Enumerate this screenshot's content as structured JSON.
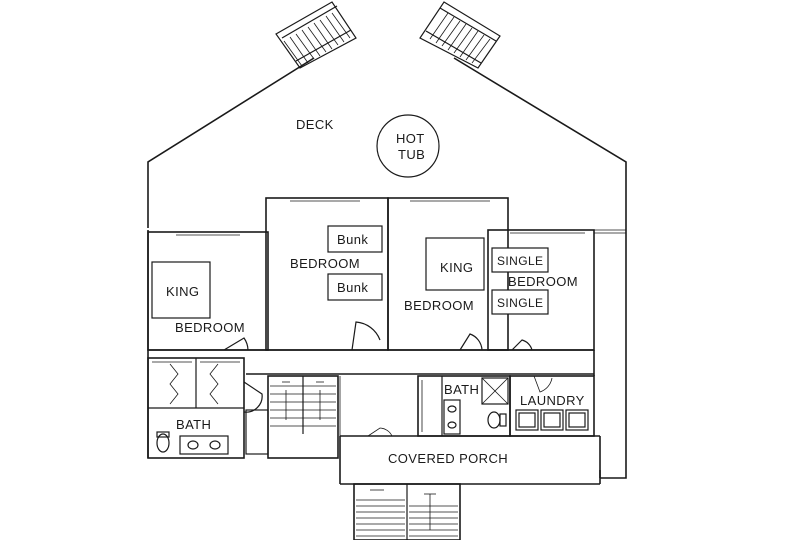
{
  "labels": {
    "deck": "DECK",
    "hot_tub_line1": "HOT",
    "hot_tub_line2": "TUB",
    "bedroom_left": "BEDROOM",
    "king_left": "KING",
    "bedroom_bunk": "BEDROOM",
    "bunk_top": "Bunk",
    "bunk_bottom": "Bunk",
    "bedroom_king_center": "BEDROOM",
    "king_center": "KING",
    "bedroom_right": "BEDROOM",
    "single_top": "SINGLE",
    "single_bottom": "SINGLE",
    "bath_left": "BATH",
    "bath_right": "BATH",
    "laundry": "LAUNDRY",
    "covered_porch": "COVERED PORCH"
  }
}
